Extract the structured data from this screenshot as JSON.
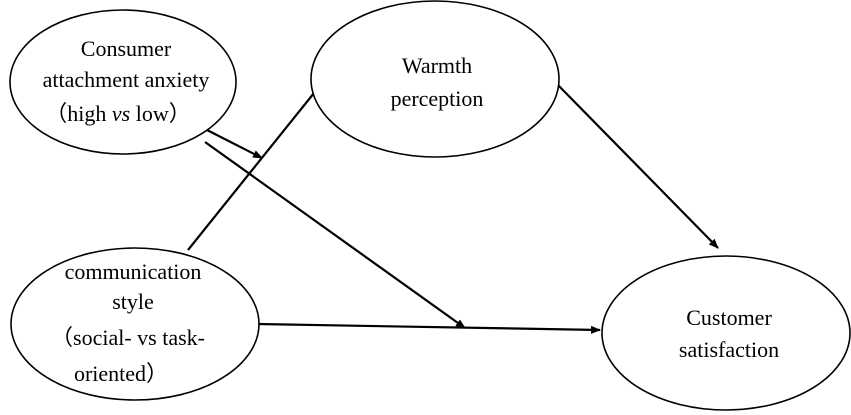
{
  "nodes": {
    "anxiety": {
      "line1": "Consumer",
      "line2": "attachment anxiety",
      "line3_pre": "（high ",
      "line3_em": "vs",
      "line3_post": " low）"
    },
    "warmth": {
      "line1": "Warmth",
      "line2": "perception"
    },
    "communication": {
      "line1": "communication",
      "line2": "style",
      "line3": "（social- vs task-",
      "line4": "oriented）"
    },
    "satisfaction": {
      "line1": "Customer",
      "line2": "satisfaction"
    }
  },
  "edges": [
    {
      "from": "anxiety",
      "to": "warmth-path",
      "label": ""
    },
    {
      "from": "anxiety",
      "to": "communication-path",
      "label": ""
    },
    {
      "from": "communication",
      "to": "warmth",
      "label": ""
    },
    {
      "from": "communication",
      "to": "satisfaction",
      "label": ""
    },
    {
      "from": "warmth",
      "to": "satisfaction",
      "label": ""
    }
  ]
}
